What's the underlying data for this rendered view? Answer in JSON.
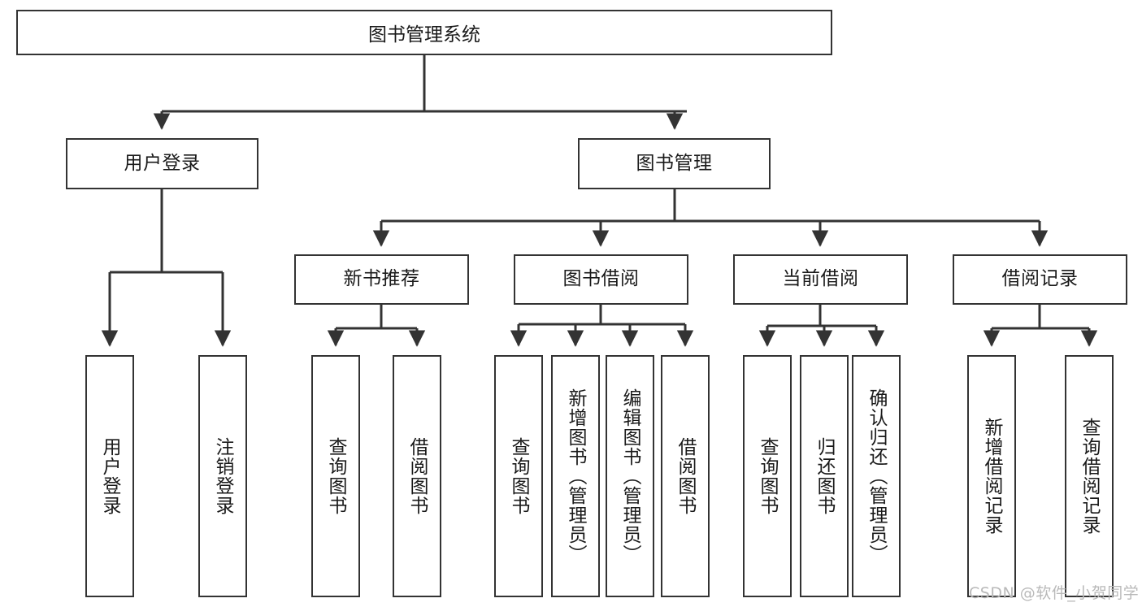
{
  "diagram": {
    "type": "tree-hierarchy",
    "title": "图书管理系统",
    "watermark": "CSDN @软件_小贺同学",
    "colors": {
      "box_border": "#333333",
      "box_fill": "#ffffff",
      "edge": "#333333",
      "text": "#1a1a1a",
      "watermark": "#b9b9b9",
      "background": "#ffffff"
    },
    "nodes": {
      "root": {
        "label": "图书管理系统"
      },
      "level1": [
        {
          "id": "user-login",
          "label": "用户登录"
        },
        {
          "id": "book-manage",
          "label": "图书管理"
        }
      ],
      "level2": [
        {
          "id": "new-book-rec",
          "label": "新书推荐"
        },
        {
          "id": "book-borrow",
          "label": "图书借阅"
        },
        {
          "id": "current-borrow",
          "label": "当前借阅"
        },
        {
          "id": "borrow-record",
          "label": "借阅记录"
        }
      ],
      "leaves": {
        "user_login": [
          {
            "id": "leaf-user-login",
            "label": "用户登录"
          },
          {
            "id": "leaf-logout-login",
            "label": "注销登录"
          }
        ],
        "new_book_rec": [
          {
            "id": "leaf-query-book-1",
            "label": "查询图书"
          },
          {
            "id": "leaf-borrow-book-1",
            "label": "借阅图书"
          }
        ],
        "book_borrow": [
          {
            "id": "leaf-query-book-2",
            "label": "查询图书"
          },
          {
            "id": "leaf-add-book",
            "label": "新增图书（管理员）"
          },
          {
            "id": "leaf-edit-book",
            "label": "编辑图书（管理员）"
          },
          {
            "id": "leaf-borrow-book-2",
            "label": "借阅图书"
          }
        ],
        "current_borrow": [
          {
            "id": "leaf-query-book-3",
            "label": "查询图书"
          },
          {
            "id": "leaf-return-book",
            "label": "归还图书"
          },
          {
            "id": "leaf-confirm-return",
            "label": "确认归还（管理员）"
          }
        ],
        "borrow_record": [
          {
            "id": "leaf-add-record",
            "label": "新增借阅记录"
          },
          {
            "id": "leaf-query-record",
            "label": "查询借阅记录"
          }
        ]
      }
    }
  }
}
